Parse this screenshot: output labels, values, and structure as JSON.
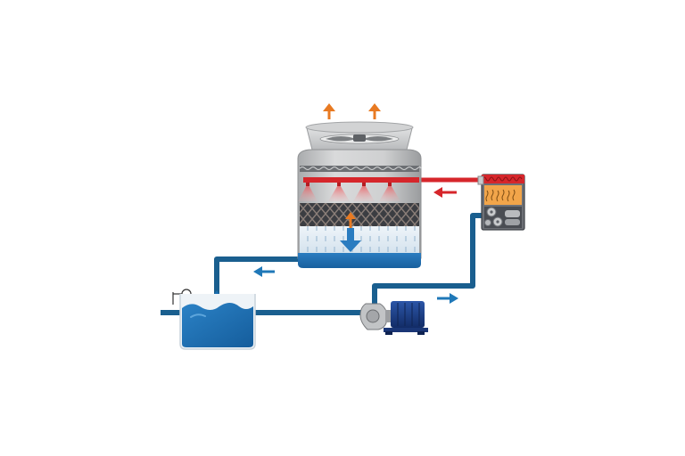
{
  "diagram": {
    "components": [
      {
        "id": "cooling-tower",
        "icon": "cooling-tower-icon"
      },
      {
        "id": "fan",
        "icon": "fan-icon"
      },
      {
        "id": "spray-nozzles",
        "icon": "spray-nozzle-icon"
      },
      {
        "id": "fill-media",
        "icon": "fill-media-icon"
      },
      {
        "id": "basin",
        "icon": "water-basin-icon"
      },
      {
        "id": "heat-source",
        "icon": "heat-exchanger-icon"
      },
      {
        "id": "makeup-tank",
        "icon": "water-tank-icon"
      },
      {
        "id": "float-valve",
        "icon": "float-valve-icon"
      },
      {
        "id": "pump",
        "icon": "pump-motor-icon"
      }
    ],
    "flows": [
      {
        "id": "hot-water-return",
        "color": "#d6262b"
      },
      {
        "id": "cold-water-to-tank",
        "color": "#1a5f8f"
      },
      {
        "id": "pump-to-heat-source",
        "color": "#1a5f8f"
      },
      {
        "id": "exhaust-air",
        "color": "#e87a22"
      }
    ],
    "colors": {
      "hot": "#d6262b",
      "cold_pipe": "#1a5f8f",
      "cold_arrow": "#1f78b8",
      "air": "#e87a22",
      "water": "#1b6fb0",
      "tower_grey": "#c4c6c8",
      "motor_blue": "#1d3f8a"
    }
  }
}
